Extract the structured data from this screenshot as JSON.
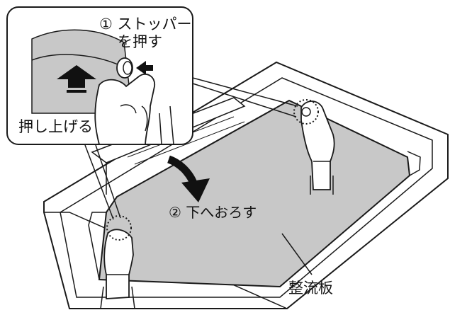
{
  "labels": {
    "step1_line1": "① ストッパー",
    "step1_line2": "を押す",
    "push_up": "押し上げる",
    "step2": "② 下へおろす",
    "baffle_plate": "整流板"
  },
  "icons": [
    "arrow-down-icon",
    "arrow-up-icon",
    "stopper-icon",
    "hand-icon",
    "magnify-circle-icon"
  ],
  "colors": {
    "line": "#1a1a1a",
    "panel_fill": "#c8c8c8",
    "hood_fill": "#ffffff",
    "callout_fill": "#ffffff",
    "glove_fill": "#ffffff"
  }
}
